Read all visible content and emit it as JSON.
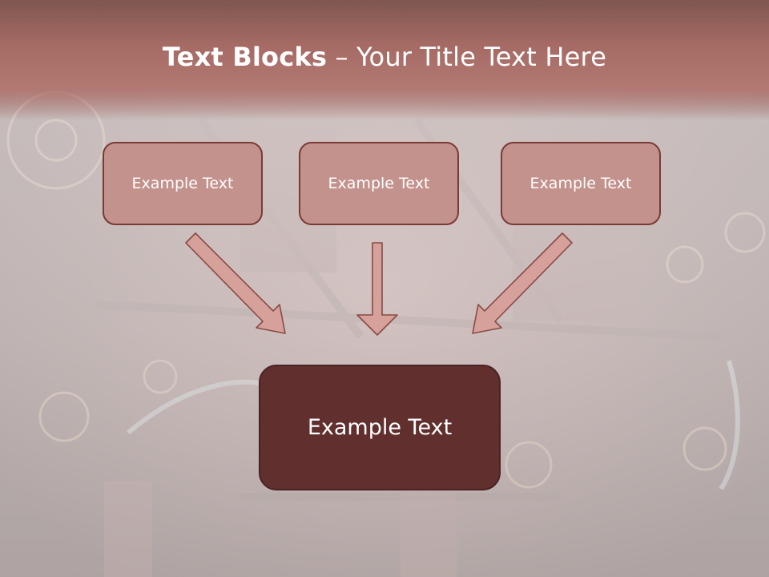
{
  "title": {
    "bold": "Text Blocks",
    "dash": " – ",
    "rest": "Your Title Text Here"
  },
  "blocks": [
    {
      "label": "Example Text"
    },
    {
      "label": "Example Text"
    },
    {
      "label": "Example Text"
    }
  ],
  "target": {
    "label": "Example Text"
  },
  "colors": {
    "title_bar": "#b27872",
    "small_box": "#c4928d",
    "small_box_border": "#7a3a36",
    "target_box": "#622f2f",
    "arrow": "#d6a19b",
    "arrow_border": "#8a4a45"
  }
}
